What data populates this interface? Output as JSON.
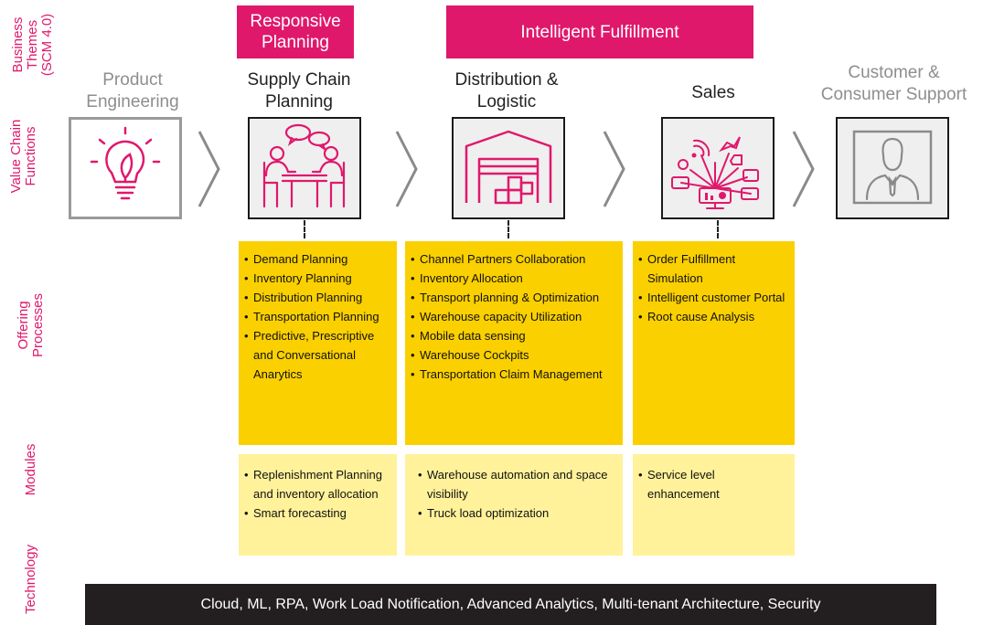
{
  "side_labels": {
    "business_themes": [
      "Business",
      "Themes",
      "(SCM 4.0)"
    ],
    "value_chain": [
      "Value Chain",
      "Functions"
    ],
    "offering": [
      "Offering",
      "Processes"
    ],
    "modules": "Modules",
    "technology": "Technology"
  },
  "themes": {
    "responsive_planning": [
      "Responsive",
      "Planning"
    ],
    "intelligent_fulfillment": "Intelligent Fulfillment"
  },
  "functions": {
    "product_engineering": [
      "Product",
      "Engineering"
    ],
    "supply_chain_planning": [
      "Supply Chain",
      "Planning"
    ],
    "distribution_logistic": [
      "Distribution &",
      "Logistic"
    ],
    "sales": "Sales",
    "customer_support": [
      "Customer &",
      "Consumer Support"
    ]
  },
  "icons": {
    "product_engineering": "lightbulb-leaf-icon",
    "supply_chain_planning": "meeting-table-icon",
    "distribution_logistic": "warehouse-icon",
    "sales": "social-media-analytics-icon",
    "customer_support": "customer-person-icon"
  },
  "colors": {
    "accent": "#e0186c",
    "offering_card": "#fbd000",
    "module_card": "#fff29a",
    "tech_bar": "#231f20"
  },
  "offering": {
    "supply_chain": [
      "Demand Planning",
      "Inventory Planning",
      "Distribution Planning",
      "Transportation Planning",
      "Predictive, Prescriptive and Conversational Anarytics"
    ],
    "distribution": [
      "Channel Partners Collaboration",
      "Inventory Allocation",
      "Transport planning & Optimization",
      "Warehouse capacity Utilization",
      "Mobile data sensing",
      "Warehouse Cockpits",
      "Transportation Claim Management"
    ],
    "sales": [
      "Order Fulfillment Simulation",
      "Intelligent customer Portal",
      "Root cause Analysis"
    ]
  },
  "modules": {
    "supply_chain": [
      "Replenishment Planning and inventory allocation",
      "Smart forecasting"
    ],
    "distribution": [
      "Warehouse automation and space visibility",
      "Truck load optimization"
    ],
    "sales": [
      "Service level enhancement"
    ]
  },
  "technology": "Cloud, ML, RPA, Work Load Notification, Advanced Analytics, Multi-tenant Architecture, Security"
}
